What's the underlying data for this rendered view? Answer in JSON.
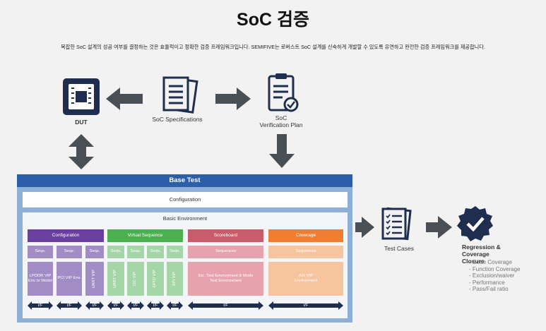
{
  "header": {
    "title": "SoC 검증",
    "subtitle": "복잡한 SoC 설계의 성공 여부를 결정하는 것은 효율적이고 정확한 검증 프레임워크입니다. SEMIFIVE는 로버스트 SoC 설계를 신속하게 개발할 수 있도록 유연하고 완전한 검증 프레임워크를 제공합니다."
  },
  "nodes": {
    "dut": "DUT",
    "specs": "SoC Specifications",
    "plan_line1": "SoC",
    "plan_line2": "Verification Plan",
    "test_cases": "Test Cases",
    "regression_line1": "Regression &",
    "regression_line2": "Coverage Closure"
  },
  "regression_items": [
    "- Code Coverage",
    "- Function Coverage",
    "- Exclusion/waiver",
    "- Performance",
    "- Pass/Fail ratio"
  ],
  "base_test": {
    "title": "Base Test",
    "configuration": "Configuration",
    "environment": "Basic Environment",
    "columns": {
      "configuration": {
        "label": "Configuration",
        "seqs": [
          "Seqs.",
          "Seqs.",
          "Seqs."
        ],
        "items": [
          "LPDDR VIP Env or Model",
          "PCI VIP Env.",
          "UART VIP"
        ]
      },
      "virtual_sequence": {
        "label": "Virtual Sequence",
        "seqs": [
          "Seqs.",
          "Seqs.",
          "Seqs.",
          "Seqs."
        ],
        "items": [
          "UART VIP",
          "I2C VIP",
          "GPIO VIP",
          "SPI VIP"
        ]
      },
      "scoreboard": {
        "label": "Scoreboard",
        "seqs": "Sequences",
        "item": "Etc. Test Environment & Mode Test Environment"
      },
      "coverage": {
        "label": "Coverage",
        "seqs": "Sequences",
        "item": "AXI VIP Environment"
      }
    },
    "interface_label": "I/F"
  },
  "colors": {
    "navy": "#1f2e4f",
    "base_header": "#2d5fa8",
    "arrow_gray": "#4a4f55",
    "purple": "#6b3fa0",
    "green": "#4caf50",
    "red": "#c75c6a",
    "orange": "#ef7d32"
  }
}
